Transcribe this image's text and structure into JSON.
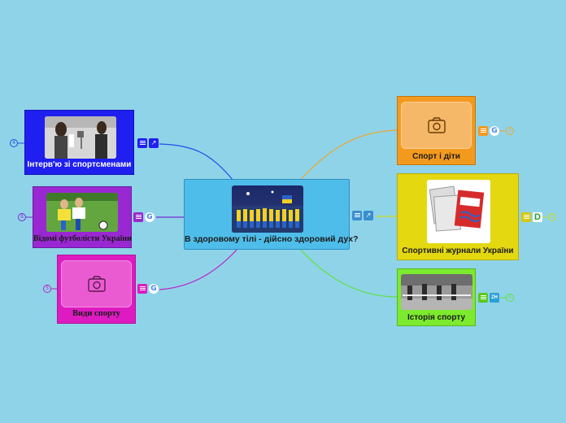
{
  "central": {
    "title": "В здоровому тілі - дійсно здоровий дух?"
  },
  "left_nodes": [
    {
      "label": "Інтерв'ю зі спортсменами",
      "count": "4"
    },
    {
      "label": "Відомі футболісти України",
      "count": "8"
    },
    {
      "label": "Види спорту",
      "count": "5"
    }
  ],
  "right_nodes": [
    {
      "label": "Спорт і діти",
      "count": "3"
    },
    {
      "label": "Спортивні журнали України",
      "count": "2"
    },
    {
      "label": "Історія спорту",
      "count": "5"
    }
  ],
  "icons": {
    "notes": "notes-icon",
    "link": "link-icon",
    "google": "google-icon",
    "camera": "camera-icon",
    "drive": "drive-icon",
    "zh": "zh-icon"
  },
  "badges": {
    "zh": "ZH",
    "google_letter": "G",
    "drive_letter": "D"
  },
  "colors": {
    "background": "#8fd3e8",
    "central": "#4fbde9",
    "interviews": "#1f1ff0",
    "footballers": "#9a28d2",
    "sports_types": "#dd1bc0",
    "kids": "#f39a1e",
    "magazines": "#e4d810",
    "history": "#7cea2e"
  }
}
